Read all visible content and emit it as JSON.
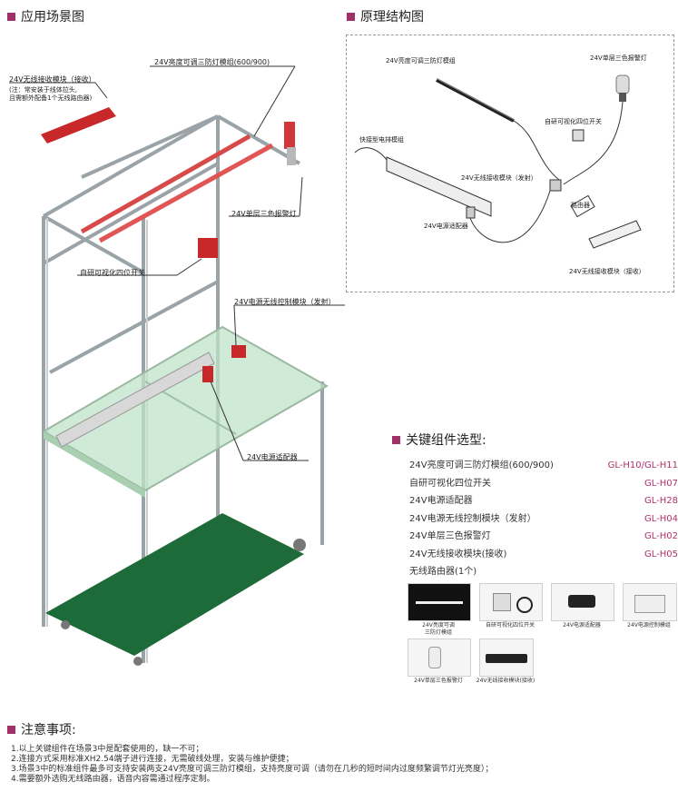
{
  "sections": {
    "scene": "应用场景图",
    "principle": "原理结构图",
    "components": "关键组件选型:",
    "notes": "注意事项:"
  },
  "scene_labels": {
    "receiver_title": "24V无线接收模块（接收）",
    "receiver_note_1": "(注：常安装于线体拉头,",
    "receiver_note_2": "且需额外配备1个无线路由器)",
    "light_bar": "24V亮度可调三防灯模组(600/900)",
    "alarm": "24V单层三色报警灯",
    "switch": "自研可视化四位开关",
    "transmitter": "24V电源无线控制模块（发射）",
    "adapter": "24V电源适配器"
  },
  "schematic_labels": {
    "light_bar": "24V亮度可调三防灯模组",
    "alarm": "24V单层三色报警灯",
    "switch": "自研可视化四位开关",
    "power_strip": "快接型电排模组",
    "transmitter": "24V无线接收模块（发射）",
    "router": "路由器",
    "adapter": "24V电源适配器",
    "receiver": "24V无线接收模块（接收）"
  },
  "components": [
    {
      "name": "24V亮度可调三防灯模组(600/900)",
      "code": "GL-H10/GL-H11"
    },
    {
      "name": "自研可视化四位开关",
      "code": "GL-H07"
    },
    {
      "name": "24V电源适配器",
      "code": "GL-H28"
    },
    {
      "name": "24V电源无线控制模块（发射）",
      "code": "GL-H04"
    },
    {
      "name": "24V单层三色报警灯",
      "code": "GL-H02"
    },
    {
      "name": "24V无线接收模块(接收)",
      "code": "GL-H05"
    }
  ],
  "router_row": "无线路由器(1个)",
  "thumbnails": {
    "t1_line1": "24V亮度可调",
    "t1_line2": "三防灯模组",
    "t2": "自研可视化四位开关",
    "t3": "24V电源适配器",
    "t4": "24V电源控制模组",
    "t5": "24V单层三色报警灯",
    "t6": "24V无线接收模块(接收)"
  },
  "notes": [
    "1.以上关键组件在场景3中是配套使用的，缺一不可；",
    "2.连接方式采用标准XH2.54端子进行连接，无需破线处理，安装与维护便捷；",
    "3.场景3中的标准组件最多可支持安装两支24V亮度可调三防灯模组，支持亮度可调（请勿在几秒的短时间内过度频繁调节灯光亮度）；",
    "4.需要额外选购无线路由器，语音内容需通过程序定制。"
  ],
  "colors": {
    "accent": "#a1306a",
    "code": "#b0306a",
    "red_part": "#c8282a",
    "glass": "#bfe3c8",
    "mat": "#1e6b3a"
  }
}
